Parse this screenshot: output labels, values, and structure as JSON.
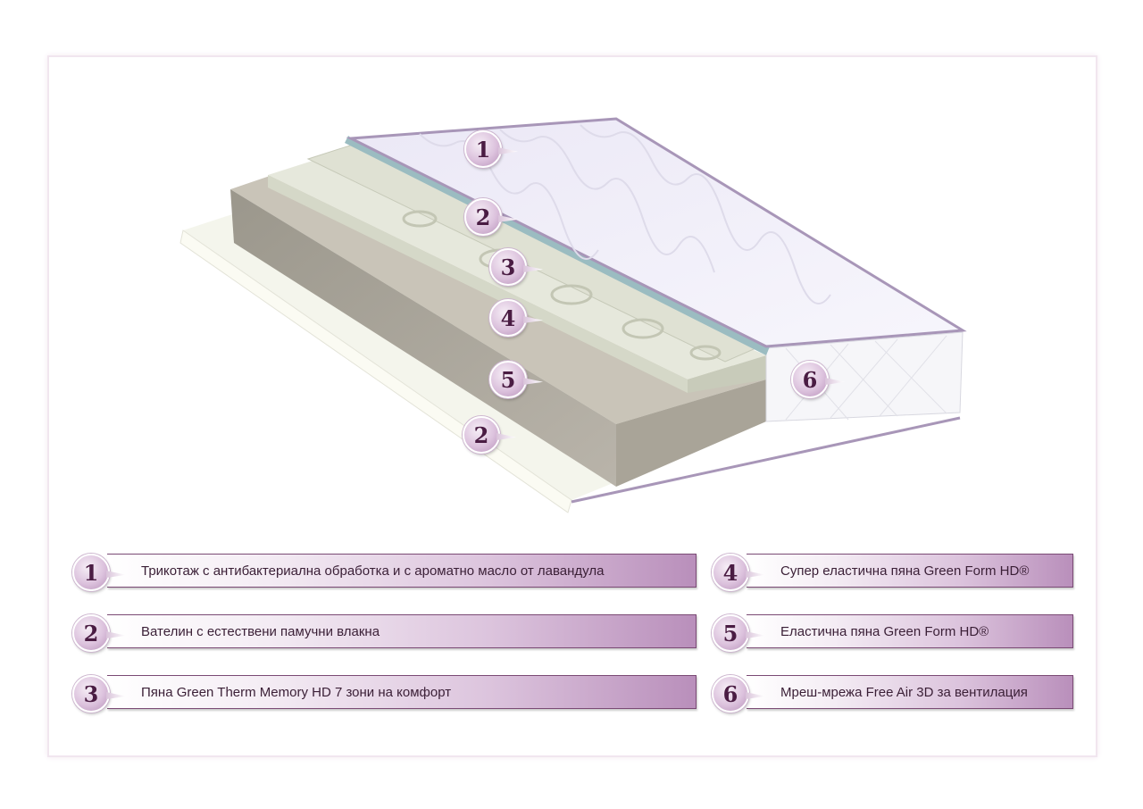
{
  "diagram_labels": [
    "1",
    "2",
    "3",
    "4",
    "5",
    "2",
    "6"
  ],
  "legend": [
    {
      "number": "1",
      "text": "Трикотаж с антибактериална обработка и с ароматно масло от лавандула"
    },
    {
      "number": "2",
      "text": "Вателин с естествени памучни влакна"
    },
    {
      "number": "3",
      "text": "Пяна Green Therm Memory HD 7 зони на комфорт"
    },
    {
      "number": "4",
      "text": "Супер еластична пяна Green Form HD®"
    },
    {
      "number": "5",
      "text": "Еластична пяна Green Form HD®"
    },
    {
      "number": "6",
      "text": "Мреш-мрежа Free Air 3D за вентилация"
    }
  ],
  "colors": {
    "accent": "#b98fbb",
    "border": "#7a4a74",
    "badge_text": "#4a1c43"
  }
}
